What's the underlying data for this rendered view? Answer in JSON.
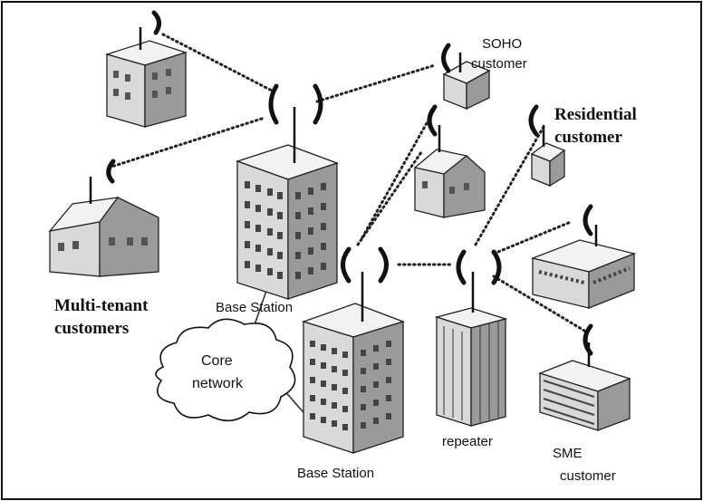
{
  "labels": {
    "soho": [
      "SOHO",
      "customer"
    ],
    "residential": [
      "Residential",
      "customer"
    ],
    "multi_tenant": [
      "Multi-tenant",
      "customers"
    ],
    "base_station_1": "Base Station",
    "base_station_2": "Base Station",
    "core_network": [
      "Core",
      "network"
    ],
    "repeater": "repeater",
    "sme": [
      "SME",
      "customer"
    ]
  }
}
